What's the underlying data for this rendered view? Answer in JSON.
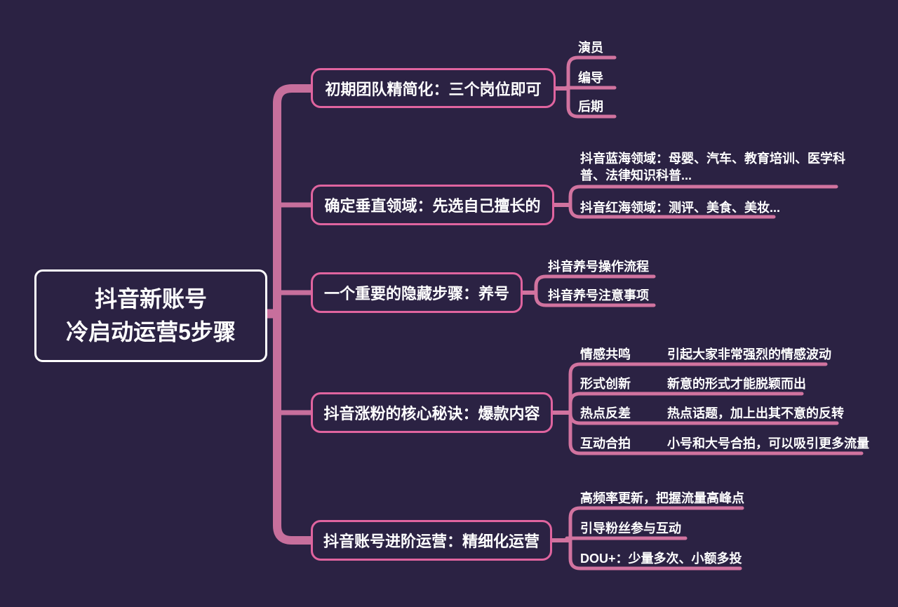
{
  "colors": {
    "background": "#2b2243",
    "connector": "#c76f9c",
    "childLine": "#d1739f",
    "nodeBorder": "#e0649f",
    "rootBorder": "#ffffff",
    "text": "#ffffff"
  },
  "root": {
    "title": "抖音新账号冷启动运营5步骤",
    "line1": "抖音新账号",
    "line2": "冷启动运营5步骤"
  },
  "branches": [
    {
      "label": "初期团队精简化：三个岗位即可",
      "children": [
        {
          "label": "演员"
        },
        {
          "label": "编导"
        },
        {
          "label": "后期"
        }
      ]
    },
    {
      "label": "确定垂直领域：先选自己擅长的",
      "children": [
        {
          "label": "抖音蓝海领域：母婴、汽车、教育培训、医学科普、法律知识科普..."
        },
        {
          "label": "抖音红海领域：测评、美食、美妆..."
        }
      ]
    },
    {
      "label": "一个重要的隐藏步骤：养号",
      "children": [
        {
          "label": "抖音养号操作流程"
        },
        {
          "label": "抖音养号注意事项"
        }
      ]
    },
    {
      "label": "抖音涨粉的核心秘诀：爆款内容",
      "children": [
        {
          "keyword": "情感共鸣",
          "desc": "引起大家非常强烈的情感波动"
        },
        {
          "keyword": "形式创新",
          "desc": "新意的形式才能脱颖而出"
        },
        {
          "keyword": "热点反差",
          "desc": "热点话题，加上出其不意的反转"
        },
        {
          "keyword": "互动合拍",
          "desc": "小号和大号合拍，可以吸引更多流量"
        }
      ]
    },
    {
      "label": "抖音账号进阶运营：精细化运营",
      "children": [
        {
          "label": "高频率更新，把握流量高峰点"
        },
        {
          "label": "引导粉丝参与互动"
        },
        {
          "label": "DOU+：少量多次、小额多投"
        }
      ]
    }
  ]
}
